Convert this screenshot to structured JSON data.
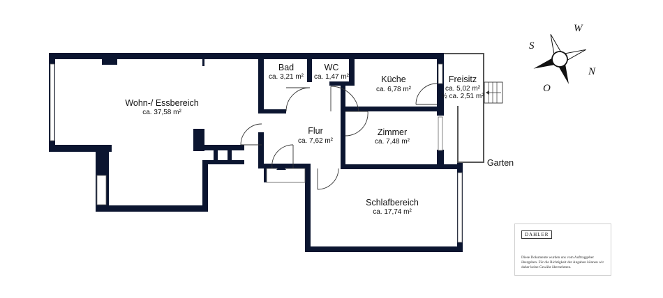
{
  "rooms": [
    {
      "name": "Wohn-/ Essbereich",
      "area": "ca. 37,58 m²"
    },
    {
      "name": "Bad",
      "area": "ca. 3,21 m²"
    },
    {
      "name": "WC",
      "area": "ca. 1,47 m²"
    },
    {
      "name": "Küche",
      "area": "ca. 6,78 m²"
    },
    {
      "name": "Freisitz",
      "area": "ca. 5,02 m²",
      "area2": "½ ca. 2,51 m²"
    },
    {
      "name": "Flur",
      "area": "ca. 7,62 m²"
    },
    {
      "name": "Zimmer",
      "area": "ca. 7,48 m²"
    },
    {
      "name": "Schlafbereich",
      "area": "ca. 17,74 m²"
    }
  ],
  "garden_label": "Garten",
  "compass": {
    "w": "W",
    "s": "S",
    "n": "N",
    "o": "O"
  },
  "brand": "DAHLER",
  "disclaimer": "Diese Dokumente wurden uns vom Auftraggeber übergeben. Für die Richtigkeit der Angaben können wir daher keine Gewähr übernehmen.",
  "colors": {
    "wall": "#0b1530"
  }
}
